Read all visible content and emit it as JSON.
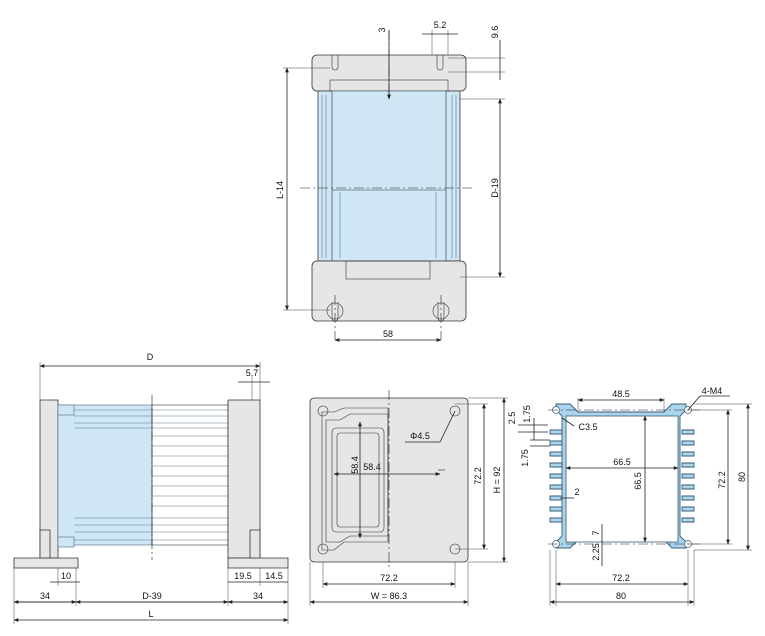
{
  "top_view": {
    "dim_top_gap": "3",
    "dim_slot_width": "5.2",
    "dim_slot_depth": "9.6",
    "dim_length": "L-14",
    "dim_inner": "D-19",
    "dim_hole_spacing": "58"
  },
  "side_view": {
    "dim_depth": "D",
    "dim_end_gap": "5.7",
    "dim_foot": "10",
    "dim_left_cap": "34",
    "dim_mid": "D-39",
    "dim_right_cap": "34",
    "dim_right_a": "19.5",
    "dim_right_b": "14.5",
    "dim_total": "L"
  },
  "end_view": {
    "dim_hole": "Φ4.5",
    "dim_vertical": "58.4",
    "dim_horizontal": "58.4",
    "dim_inner_h": "72.2",
    "dim_height": "H = 92",
    "dim_bottom": "72.2",
    "dim_width": "W = 86.3"
  },
  "profile_view": {
    "dim_top_slot": "48.5",
    "dim_holes": "4-M4",
    "dim_a": "2.5",
    "dim_b": "1.75",
    "dim_c": "C3.5",
    "dim_d": "1.75",
    "dim_inner_w": "66.5",
    "dim_inner_h": "66.5",
    "dim_fin": "2",
    "dim_gap7": "7",
    "dim_gap225": "2.25",
    "dim_h722": "72.2",
    "dim_h80": "80",
    "dim_w722": "72.2",
    "dim_w80": "80"
  }
}
